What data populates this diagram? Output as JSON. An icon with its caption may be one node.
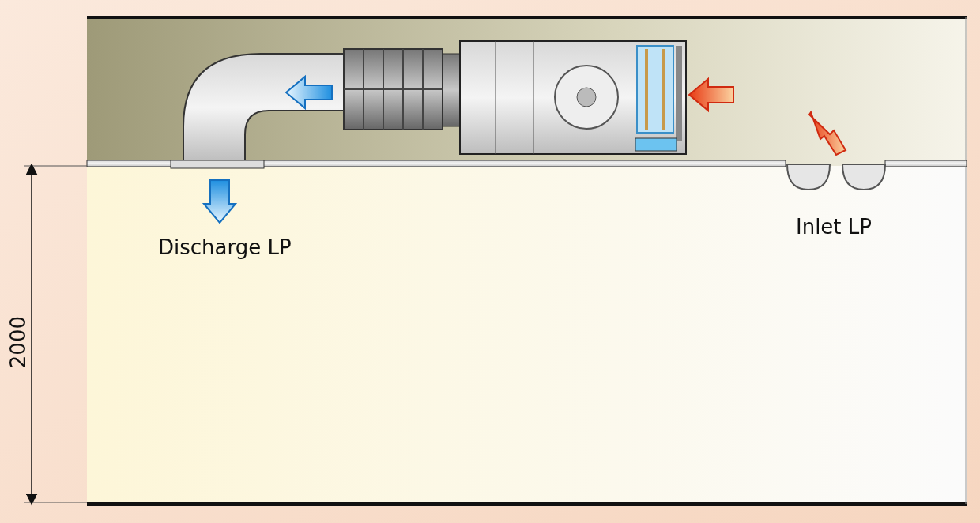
{
  "diagram": {
    "labels": [
      "Discharge LP",
      "Inlet LP",
      "2000"
    ]
  }
}
